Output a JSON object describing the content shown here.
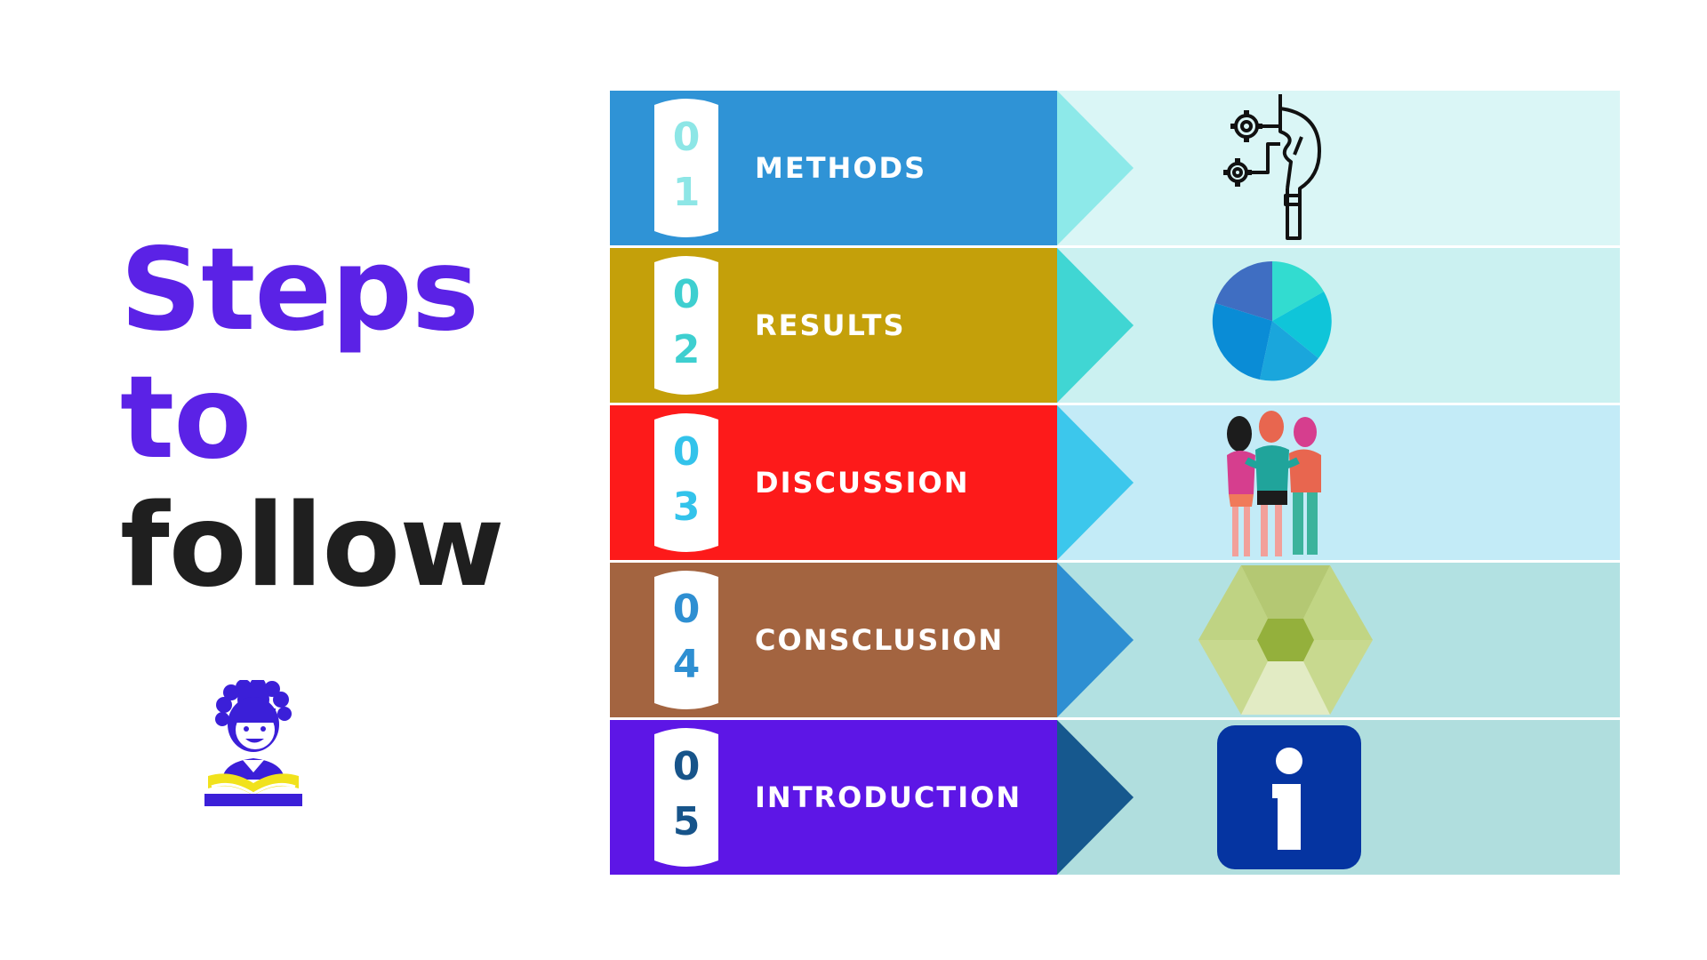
{
  "title": {
    "line1": "Steps",
    "line2": "to",
    "line3": "follow"
  },
  "steps": [
    {
      "n1": "0",
      "n2": "1",
      "label": "METHODS",
      "band_color": "#2f93d6",
      "panel_color": "#daf6f6",
      "arrow_color": "#8de9e9",
      "digit_color": "#8de6e6",
      "icon": "brain-bulb-gears-icon"
    },
    {
      "n1": "0",
      "n2": "2",
      "label": "RESULTS",
      "band_color": "#c4a00a",
      "panel_color": "#cbf1f1",
      "arrow_color": "#40d6d3",
      "digit_color": "#3ecfd0",
      "icon": "pie-chart-icon"
    },
    {
      "n1": "0",
      "n2": "3",
      "label": "DISCUSSION",
      "band_color": "#fd1a1a",
      "panel_color": "#c3ebf7",
      "arrow_color": "#3cc7ec",
      "digit_color": "#33c3eb",
      "icon": "group-of-friends-icon"
    },
    {
      "n1": "0",
      "n2": "4",
      "label": "CONSCLUSION",
      "band_color": "#a36440",
      "panel_color": "#b2e1e2",
      "arrow_color": "#2e8fd2",
      "digit_color": "#2e8fd2",
      "icon": "hexagon-icon"
    },
    {
      "n1": "0",
      "n2": "5",
      "label": "INTRODUCTION",
      "band_color": "#5d16e6",
      "panel_color": "#b0dede",
      "arrow_color": "#16588e",
      "digit_color": "#17548a",
      "icon": "info-icon"
    }
  ],
  "reader_icon": "child-reading-book-icon"
}
